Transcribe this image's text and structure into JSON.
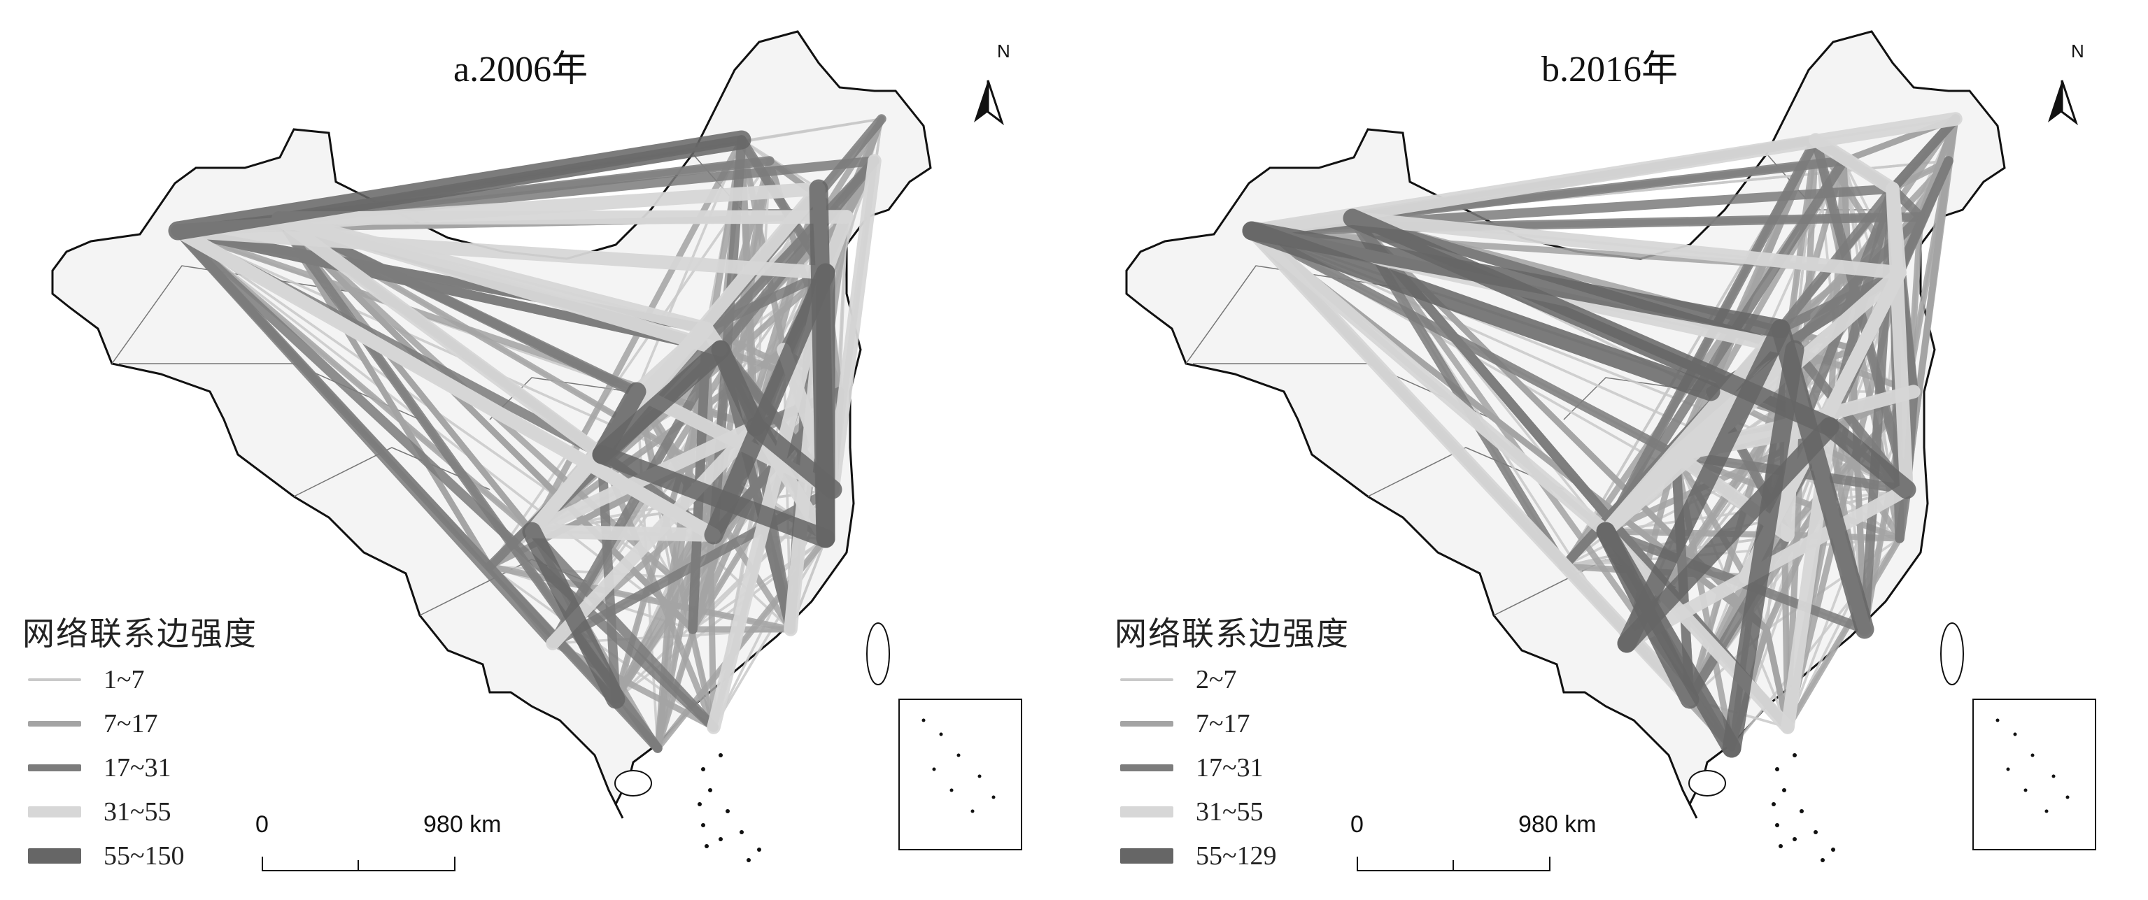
{
  "panels": [
    {
      "id": "a",
      "title": "a.2006年",
      "north_label": "N",
      "legend": {
        "title": "网络联系边强度",
        "items": [
          {
            "label": "1~7",
            "color": "#c9c9c9",
            "width": 3
          },
          {
            "label": "7~17",
            "color": "#a4a4a4",
            "width": 6
          },
          {
            "label": "17~31",
            "color": "#7c7c7c",
            "width": 9
          },
          {
            "label": "31~55",
            "color": "#d7d7d7",
            "width": 13
          },
          {
            "label": "55~150",
            "color": "#666666",
            "width": 18
          }
        ]
      },
      "scale": {
        "start": "0",
        "end": "980 km"
      }
    },
    {
      "id": "b",
      "title": "b.2016年",
      "north_label": "N",
      "legend": {
        "title": "网络联系边强度",
        "items": [
          {
            "label": "2~7",
            "color": "#c9c9c9",
            "width": 3
          },
          {
            "label": "7~17",
            "color": "#a4a4a4",
            "width": 6
          },
          {
            "label": "17~31",
            "color": "#7c7c7c",
            "width": 9
          },
          {
            "label": "31~55",
            "color": "#d7d7d7",
            "width": 13
          },
          {
            "label": "55~129",
            "color": "#666666",
            "width": 18
          }
        ]
      },
      "scale": {
        "start": "0",
        "end": "980 km"
      }
    }
  ]
}
